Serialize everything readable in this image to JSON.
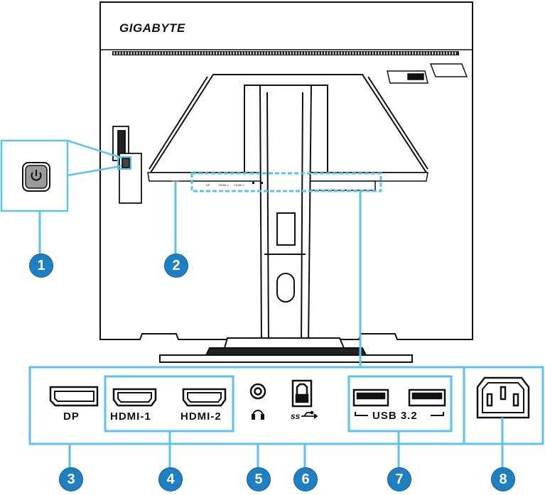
{
  "brand": "GIGABYTE",
  "ports": {
    "dp": "DP",
    "hdmi1": "HDMI-1",
    "hdmi2": "HDMI-2",
    "usb": "USB 3.2"
  },
  "monitor_port_tiny_labels": [
    "DP",
    "HDMI-1",
    "HDMI-2"
  ],
  "callouts": [
    "1",
    "2",
    "3",
    "4",
    "5",
    "6",
    "7",
    "8"
  ],
  "icons": [
    "power-icon",
    "displayport-icon",
    "hdmi-icon",
    "headphone-jack-icon",
    "headphone-icon",
    "usb-b-icon",
    "superspeed-usb-icon",
    "usb-a-icon",
    "ac-power-inlet-icon"
  ],
  "colors": {
    "accent": "#5bc3ea",
    "badge": "#1f7fc1",
    "outline": "#111111",
    "power_button": "#9a9a9a"
  }
}
